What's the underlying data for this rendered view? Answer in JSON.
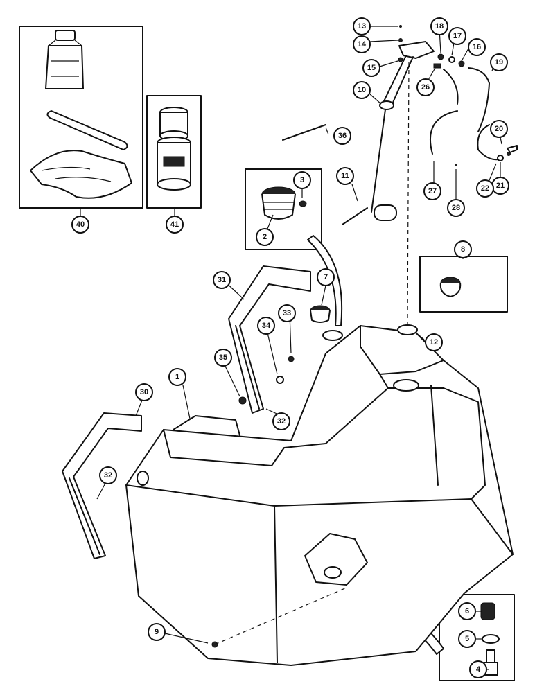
{
  "diagram": {
    "callouts": [
      {
        "id": "c1",
        "label": "1"
      },
      {
        "id": "c2",
        "label": "2"
      },
      {
        "id": "c3",
        "label": "3"
      },
      {
        "id": "c4",
        "label": "4"
      },
      {
        "id": "c5",
        "label": "5"
      },
      {
        "id": "c6",
        "label": "6"
      },
      {
        "id": "c7",
        "label": "7"
      },
      {
        "id": "c8",
        "label": "8"
      },
      {
        "id": "c9",
        "label": "9"
      },
      {
        "id": "c10",
        "label": "10"
      },
      {
        "id": "c11",
        "label": "11"
      },
      {
        "id": "c12",
        "label": "12"
      },
      {
        "id": "c13",
        "label": "13"
      },
      {
        "id": "c14",
        "label": "14"
      },
      {
        "id": "c15",
        "label": "15"
      },
      {
        "id": "c16",
        "label": "16"
      },
      {
        "id": "c17",
        "label": "17"
      },
      {
        "id": "c18",
        "label": "18"
      },
      {
        "id": "c19",
        "label": "19"
      },
      {
        "id": "c20",
        "label": "20"
      },
      {
        "id": "c21",
        "label": "21"
      },
      {
        "id": "c22",
        "label": "22"
      },
      {
        "id": "c26",
        "label": "26"
      },
      {
        "id": "c27",
        "label": "27"
      },
      {
        "id": "c28",
        "label": "28"
      },
      {
        "id": "c30",
        "label": "30"
      },
      {
        "id": "c31",
        "label": "31"
      },
      {
        "id": "c32a",
        "label": "32"
      },
      {
        "id": "c32b",
        "label": "32"
      },
      {
        "id": "c33",
        "label": "33"
      },
      {
        "id": "c34",
        "label": "34"
      },
      {
        "id": "c35",
        "label": "35"
      },
      {
        "id": "c36",
        "label": "36"
      },
      {
        "id": "c40",
        "label": "40"
      },
      {
        "id": "c41",
        "label": "41"
      }
    ]
  }
}
